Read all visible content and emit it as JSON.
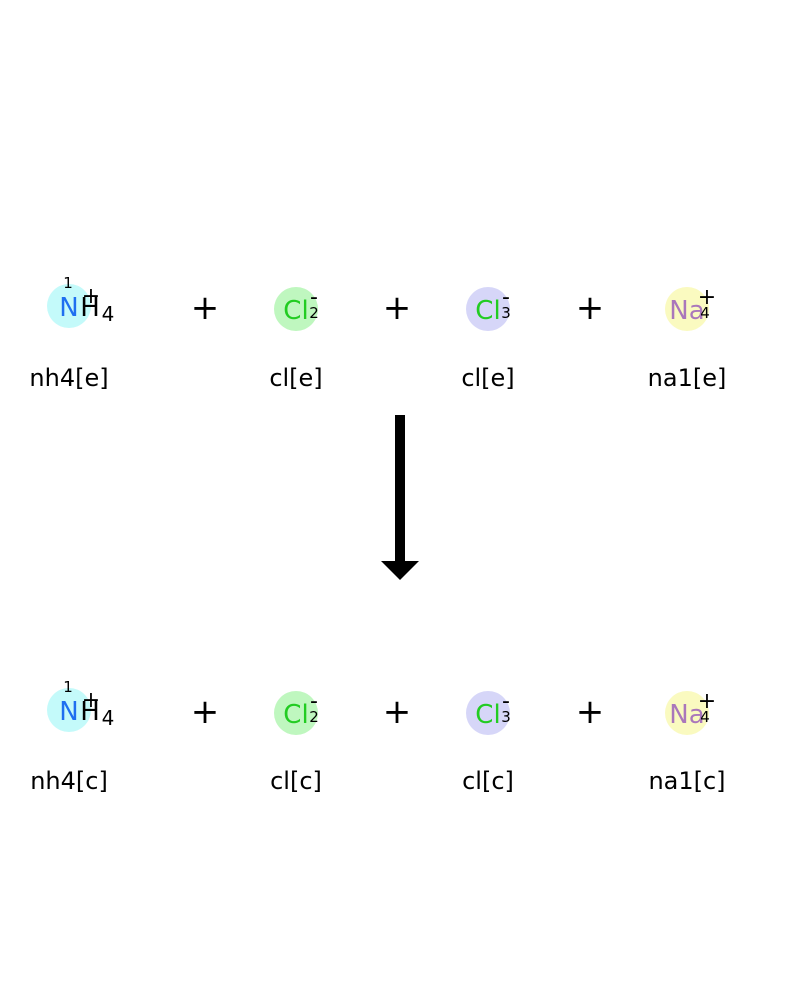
{
  "reactants": [
    {
      "element": "N",
      "hydrogens": "H",
      "h_count": "4",
      "charge": "+",
      "atom_map": "1",
      "label": "nh4[e]",
      "highlight_color": "#C4FAFA",
      "element_color": "#1F6FF0"
    },
    {
      "element": "Cl",
      "charge": "-",
      "atom_map": "2",
      "label": "cl[e]",
      "highlight_color": "#BFF7BF",
      "element_color": "#22CC22"
    },
    {
      "element": "Cl",
      "charge": "-",
      "atom_map": "3",
      "label": "cl[e]",
      "highlight_color": "#D6D6F8",
      "element_color": "#22CC22"
    },
    {
      "element": "Na",
      "charge": "+",
      "atom_map": "4",
      "label": "na1[e]",
      "highlight_color": "#FAFAC0",
      "element_color": "#AA77BB"
    }
  ],
  "products": [
    {
      "element": "N",
      "hydrogens": "H",
      "h_count": "4",
      "charge": "+",
      "atom_map": "1",
      "label": "nh4[c]",
      "highlight_color": "#C4FAFA",
      "element_color": "#1F6FF0"
    },
    {
      "element": "Cl",
      "charge": "-",
      "atom_map": "2",
      "label": "cl[c]",
      "highlight_color": "#BFF7BF",
      "element_color": "#22CC22"
    },
    {
      "element": "Cl",
      "charge": "-",
      "atom_map": "3",
      "label": "cl[c]",
      "highlight_color": "#D6D6F8",
      "element_color": "#22CC22"
    },
    {
      "element": "Na",
      "charge": "+",
      "atom_map": "4",
      "label": "na1[c]",
      "highlight_color": "#FAFAC0",
      "element_color": "#AA77BB"
    }
  ],
  "plus_sign": "+",
  "arrow_color": "#000000"
}
